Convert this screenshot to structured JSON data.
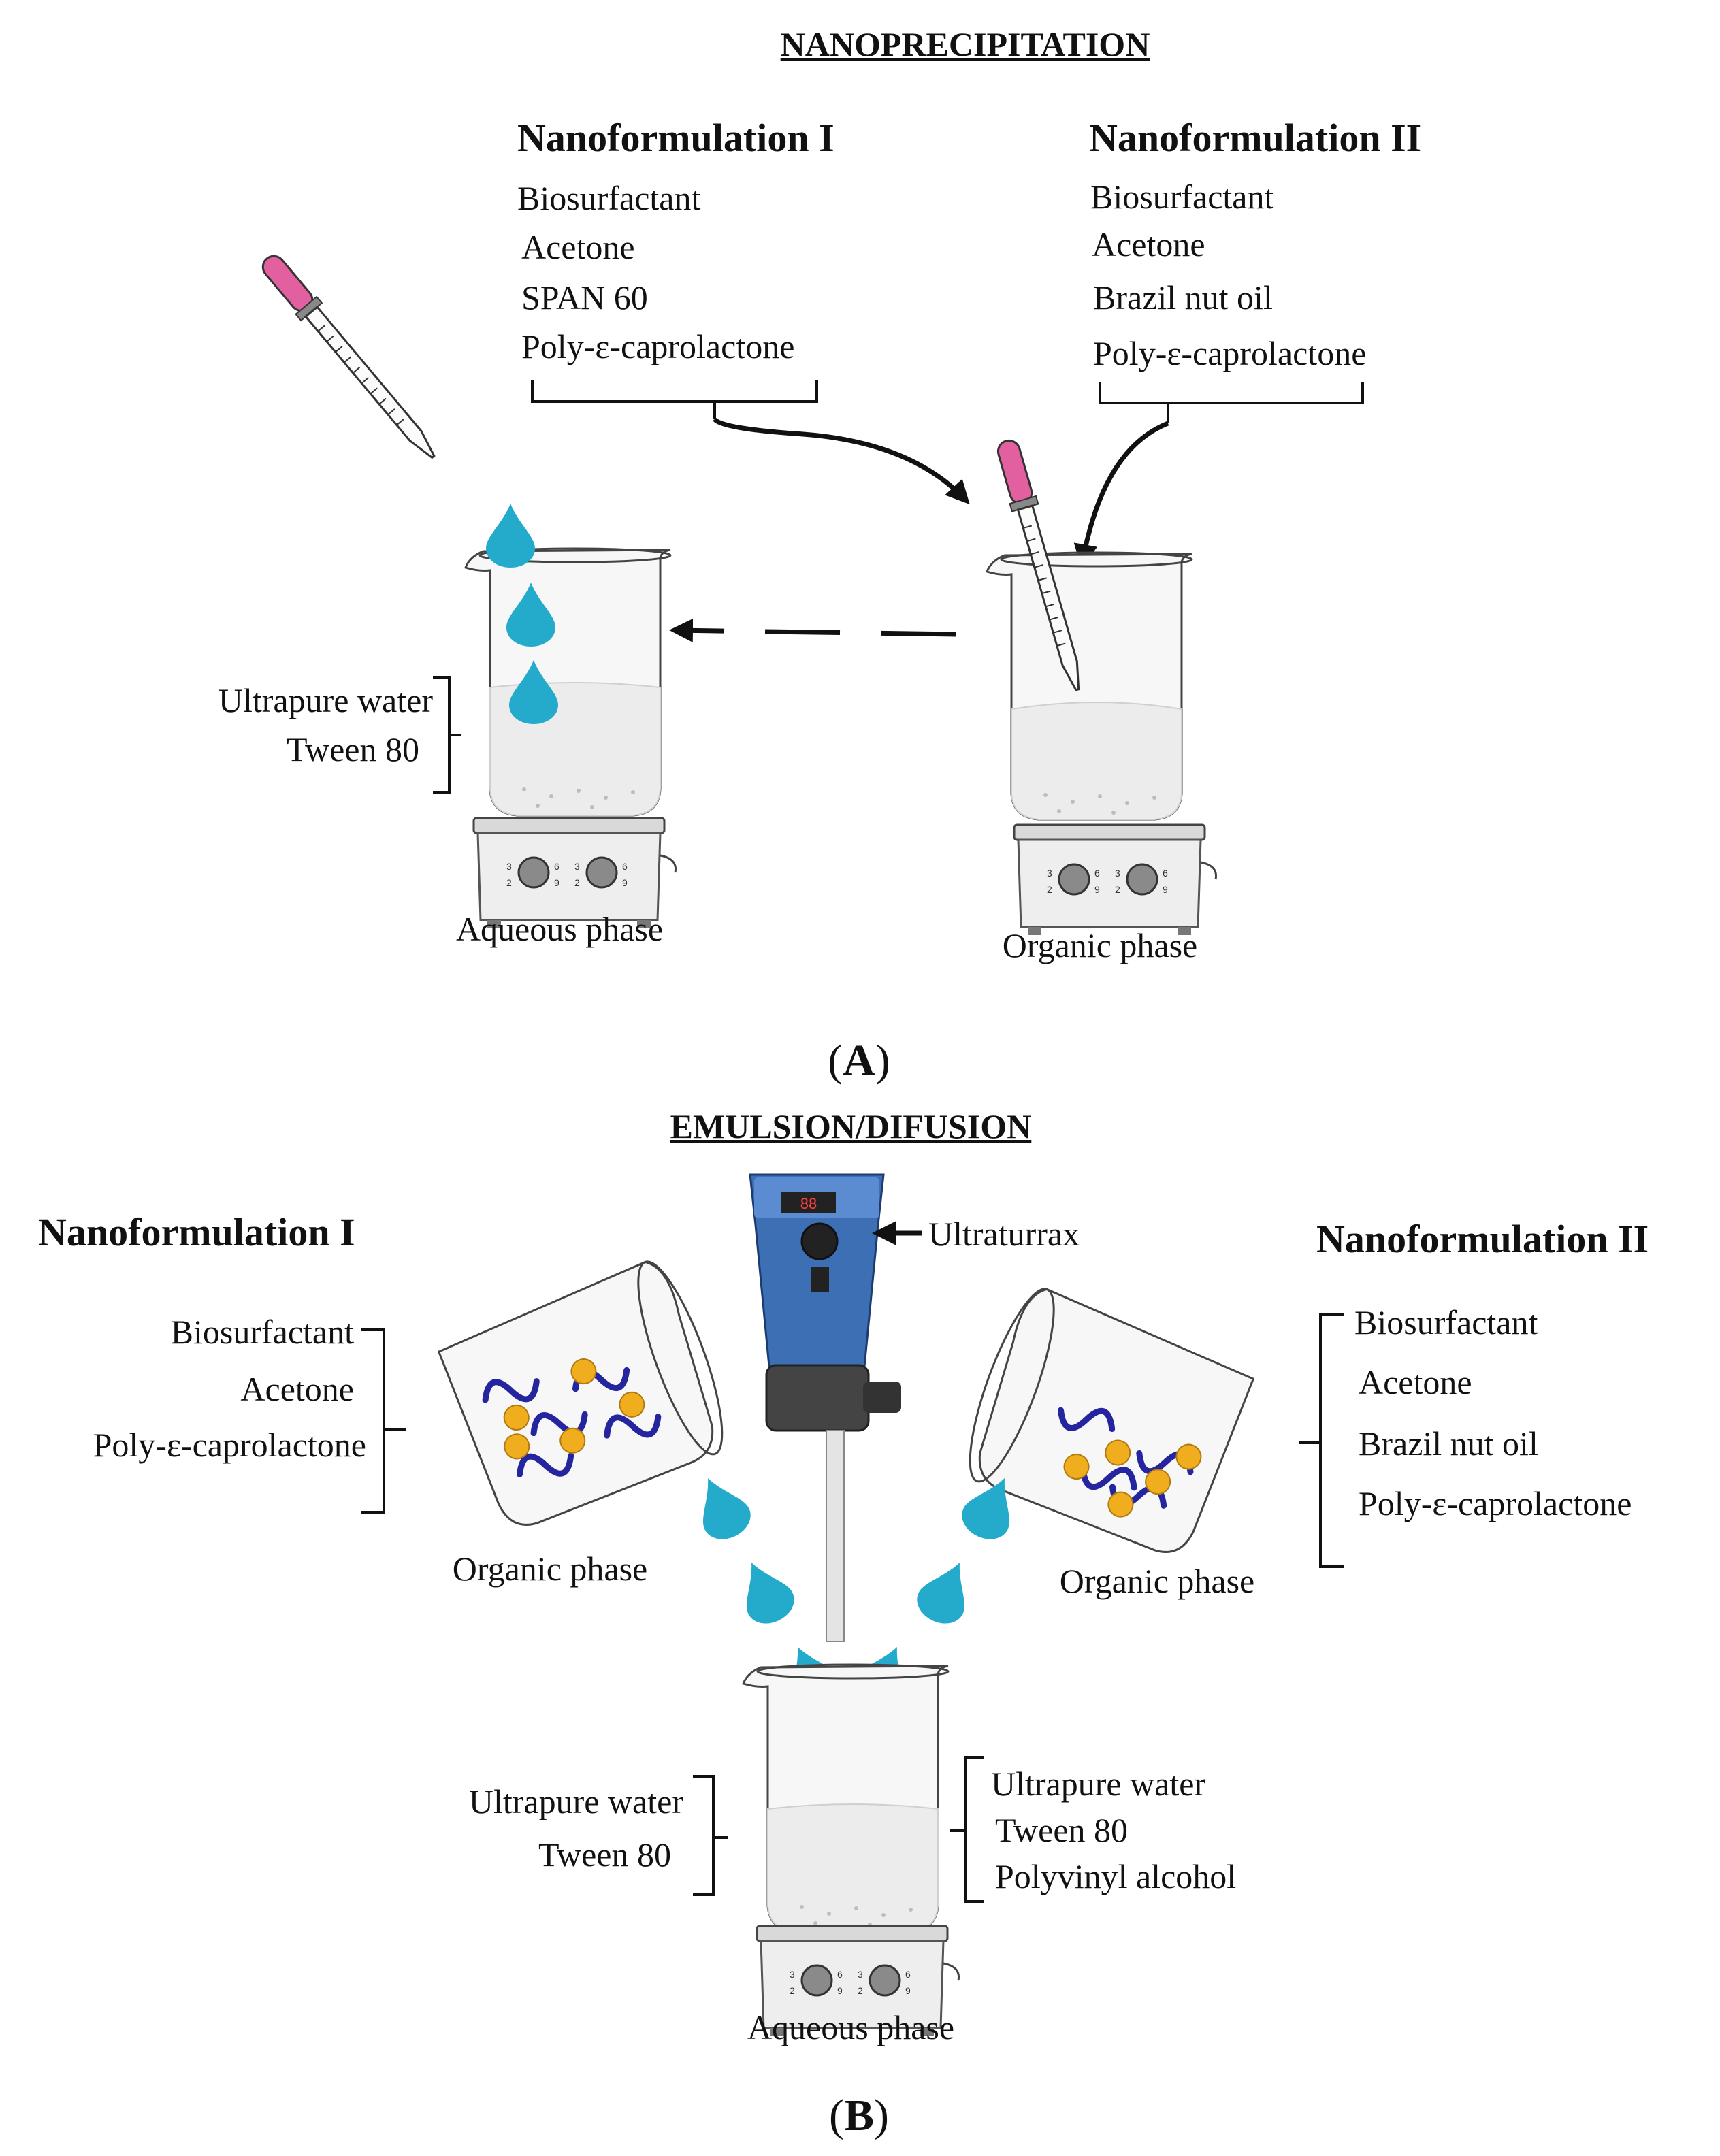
{
  "panel_a": {
    "title": "NANOPRECIPITATION",
    "nanoformulation_1": {
      "heading": "Nanoformulation I",
      "items": [
        "Biosurfactant",
        "Acetone",
        "SPAN 60",
        "Poly-ε-caprolactone"
      ]
    },
    "nanoformulation_2": {
      "heading": "Nanoformulation II",
      "items": [
        "Biosurfactant",
        "Acetone",
        "Brazil nut oil",
        "Poly-ε-caprolactone"
      ]
    },
    "aqueous_components": [
      "Ultrapure water",
      "Tween 80"
    ],
    "aqueous_label": "Aqueous phase",
    "organic_label": "Organic phase",
    "panel_open": "(",
    "panel_letter": "A",
    "panel_close": ")"
  },
  "panel_b": {
    "title": "EMULSION/DIFUSION",
    "device_label": "Ultraturrax",
    "nanoformulation_1": {
      "heading": "Nanoformulation I",
      "items": [
        "Biosurfactant",
        "Acetone",
        "Poly-ε-caprolactone"
      ]
    },
    "nanoformulation_2": {
      "heading": "Nanoformulation II",
      "items": [
        "Biosurfactant",
        "Acetone",
        "Brazil nut oil",
        "Poly-ε-caprolactone"
      ]
    },
    "organic_label_left": "Organic phase",
    "organic_label_right": "Organic phase",
    "aqueous_left_components": [
      "Ultrapure water",
      "Tween 80"
    ],
    "aqueous_right_components": [
      "Ultrapure water",
      "Tween 80",
      "Polyvinyl alcohol"
    ],
    "aqueous_label": "Aqueous phase",
    "panel_open": "(",
    "panel_letter": "B",
    "panel_close": ")"
  },
  "colors": {
    "droplet": "#24abcc",
    "pipette_bulb": "#e25fa0",
    "polymer_chain": "#2525a0",
    "oil_particle": "#f0ae1e",
    "homogenizer_body": "#3d6fb5"
  }
}
